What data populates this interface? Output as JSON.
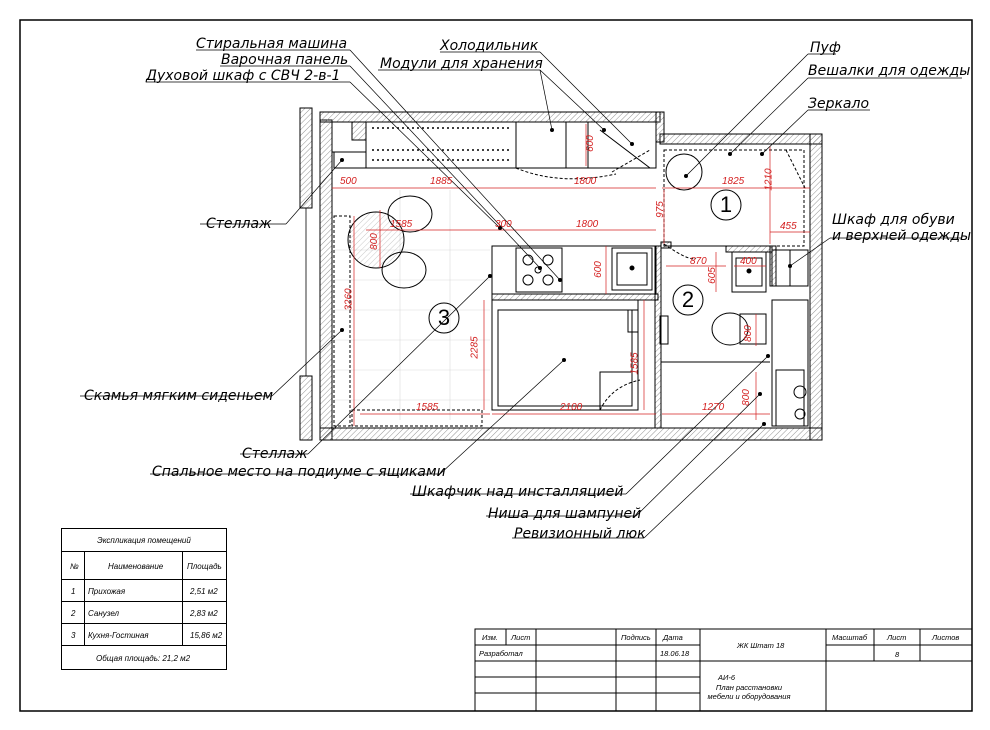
{
  "callouts": {
    "washing_machine": "Стиральная машина",
    "hob": "Варочная панель",
    "oven": "Духовой шкаф с СВЧ 2-в-1",
    "fridge": "Холодильник",
    "storage_modules": "Модули для хранения",
    "pouf": "Пуф",
    "hangers": "Вешалки для одежды",
    "mirror": "Зеркало",
    "shelf_top": "Стеллаж",
    "shoe_cabinet_1": "Шкаф для обуви",
    "shoe_cabinet_2": "и верхней одежды",
    "bench": "Скамья мягким сиденьем",
    "shelf_bottom": "Стеллаж",
    "bed": "Спальное место на подиуме с ящиками",
    "install_cabinet": "Шкафчик над инсталляцией",
    "shampoo_niche": "Ниша для шампуней",
    "revision_hatch": "Ревизионный люк"
  },
  "dimensions": {
    "d500": "500",
    "d1885": "1885",
    "d1800a": "1800",
    "d1825": "1825",
    "d1585a": "1585",
    "d300": "300",
    "d1800b": "1800",
    "d870": "870",
    "d400": "400",
    "d455": "455",
    "d600a": "600",
    "d975": "975",
    "d1210": "1210",
    "d800a": "800",
    "d3260": "3260",
    "d600b": "600",
    "d605": "605",
    "d800b": "800",
    "d2285": "2285",
    "d1585v": "1585",
    "d800c": "800",
    "d1585b": "1585",
    "d2100": "2100",
    "d1270": "1270"
  },
  "rooms": {
    "r1": "1",
    "r2": "2",
    "r3": "3"
  },
  "explication": {
    "title": "Экспликация помещений",
    "headers": {
      "num": "№",
      "name": "Наименование",
      "area": "Площадь"
    },
    "rows": [
      {
        "num": "1",
        "name": "Прихожая",
        "area": "2,51 м2"
      },
      {
        "num": "2",
        "name": "Санузел",
        "area": "2,83 м2"
      },
      {
        "num": "3",
        "name": "Кухня-Гостиная",
        "area": "15,86 м2"
      }
    ],
    "total": "Общая площадь: 21,2 м2"
  },
  "title_block": {
    "izm": "Изм.",
    "list": "Лист",
    "podpis": "Подпись",
    "data": "Дата",
    "razrabotal": "Разработал",
    "date_value": "18.06.18",
    "project": "ЖК Штат 18",
    "code": "АИ-6",
    "sheet_title": "План расстановки мебели и оборудования",
    "masshtab": "Масштаб",
    "list2": "Лист",
    "listov": "Листов",
    "sheet_num": "8"
  },
  "colors": {
    "dimension": "#d42020",
    "line": "#000000",
    "hatch": "#cfcfcf"
  }
}
